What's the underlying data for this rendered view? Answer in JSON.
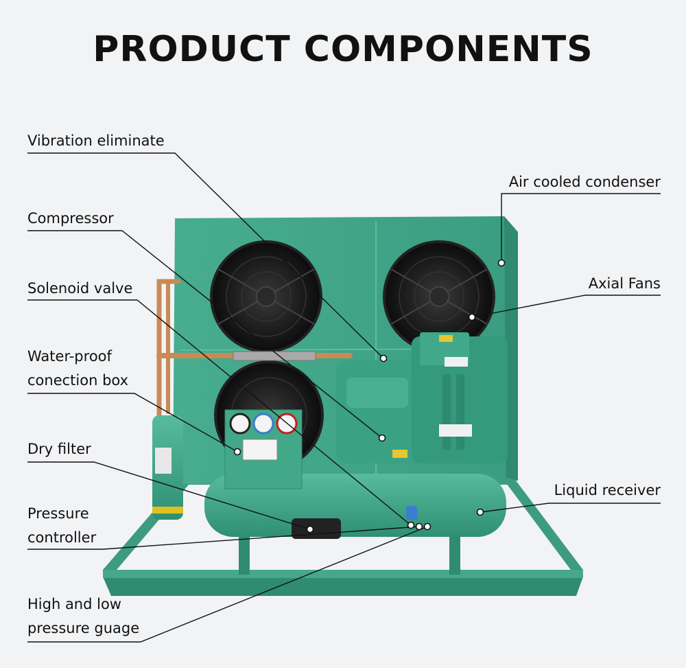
{
  "page": {
    "title": "PRODUCT COMPONENTS",
    "background": "#f2f3f5"
  },
  "labels": {
    "vibration_eliminate": "Vibration eliminate",
    "compressor": "Compressor",
    "solenoid_valve": "Solenoid valve",
    "waterproof_box_line1": "Water-proof",
    "waterproof_box_line2": "conection box",
    "dry_filter": "Dry filter",
    "pressure_controller_line1": "Pressure",
    "pressure_controller_line2": "controller",
    "gauge_line1": "High and low",
    "gauge_line2": "pressure guage",
    "air_cooled_condenser": "Air cooled condenser",
    "axial_fans": "Axial Fans",
    "liquid_receiver": "Liquid receiver"
  },
  "colors": {
    "unit_green": "#3fa88a",
    "unit_green_dark": "#2d8a6f",
    "copper": "#c98a55",
    "fan_black": "#161616",
    "leader_line": "#111111"
  }
}
